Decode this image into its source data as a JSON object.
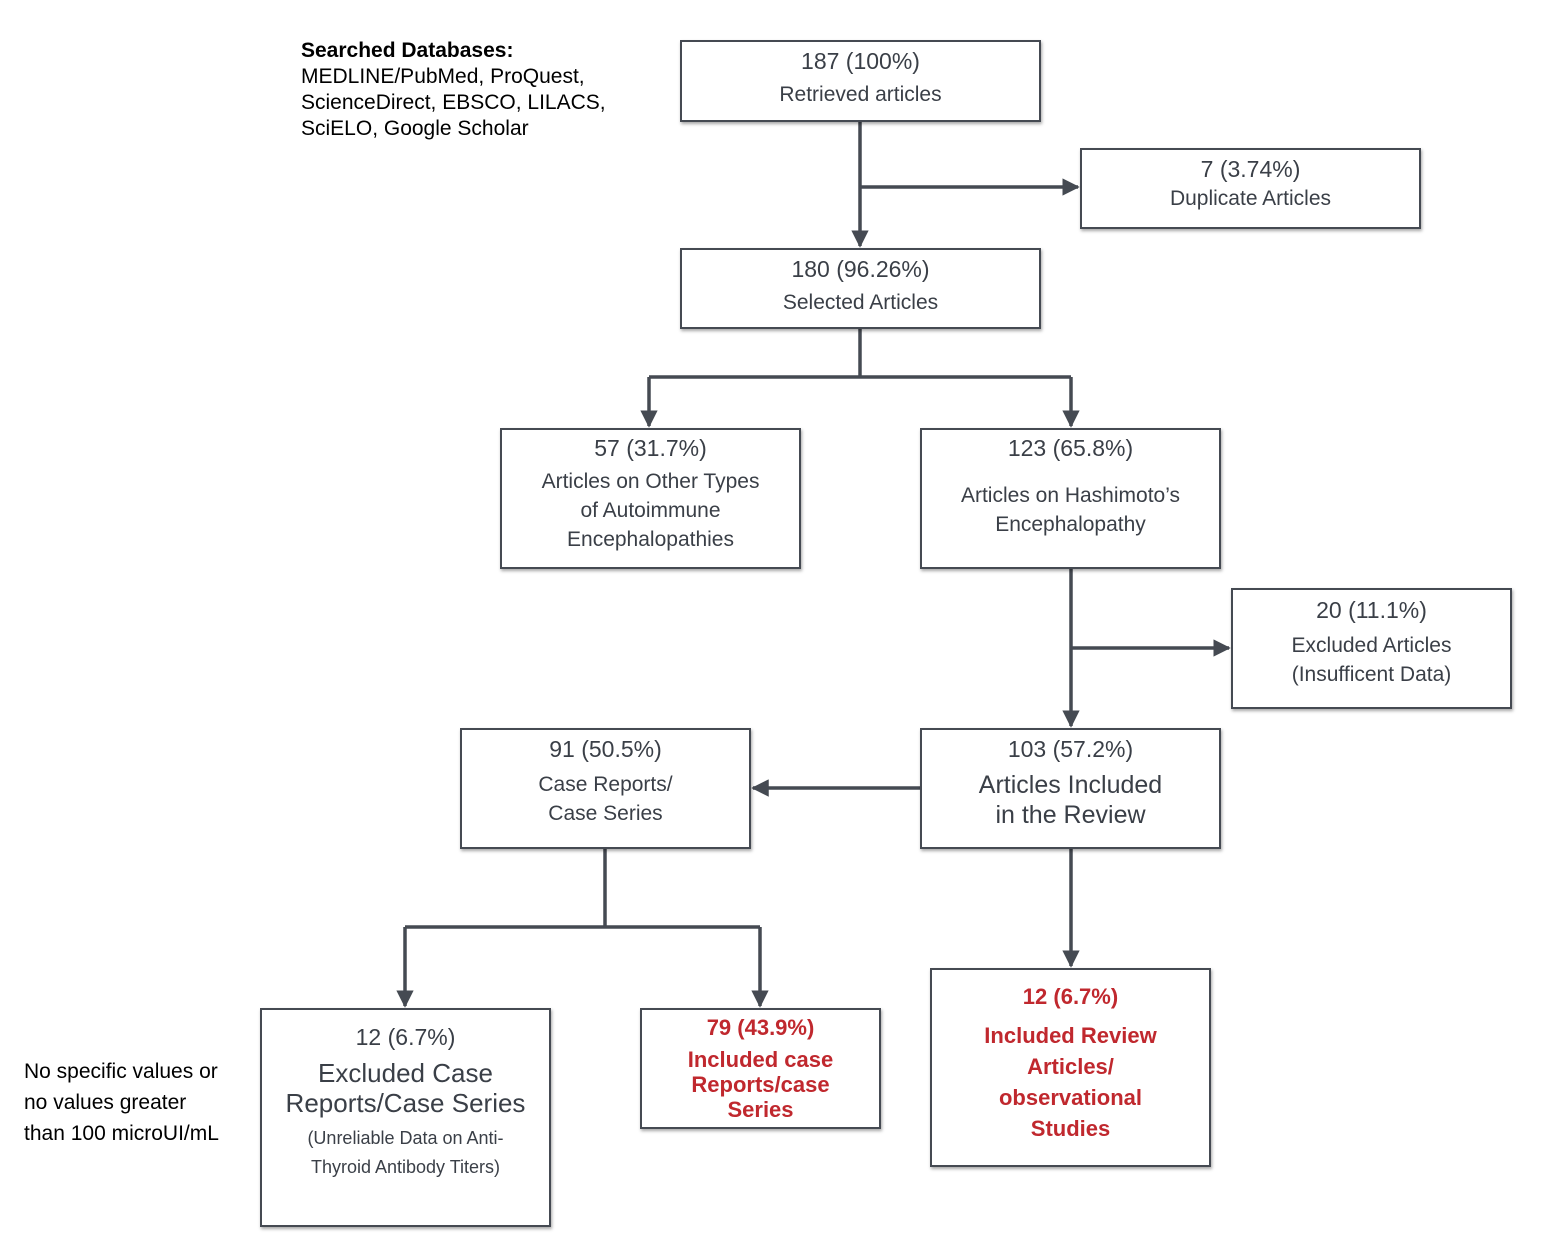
{
  "databases": {
    "heading": "Searched Databases",
    "colon": ":",
    "lines": [
      "MEDLINE/PubMed, ProQuest,",
      "ScienceDirect, EBSCO, LILACS,",
      "SciELO, Google Scholar"
    ]
  },
  "boxes": {
    "retrieved": {
      "count": "187 (100%)",
      "label": "Retrieved articles"
    },
    "duplicate": {
      "count": "7 (3.74%)",
      "label": "Duplicate Articles"
    },
    "selected": {
      "count": "180 (96.26%)",
      "label": "Selected Articles"
    },
    "other_types": {
      "count": "57 (31.7%)",
      "label_lines": [
        "Articles on Other Types",
        "of Autoimmune",
        "Encephalopathies"
      ]
    },
    "hashimoto": {
      "count": "123 (65.8%)",
      "label_lines": [
        "Articles on Hashimoto’s",
        "Encephalopathy"
      ]
    },
    "excluded_insufficient": {
      "count": "20 (11.1%)",
      "label_lines": [
        "Excluded Articles",
        "(Insufficent Data)"
      ]
    },
    "included_review": {
      "count": "103 (57.2%)",
      "label_lines": [
        "Articles Included",
        "in the Review"
      ]
    },
    "case_reports": {
      "count": "91 (50.5%)",
      "label_lines": [
        "Case Reports/",
        "Case Series"
      ]
    },
    "excluded_case": {
      "count": "12 (6.7%)",
      "label_lines": [
        "Excluded Case",
        "Reports/Case Series"
      ],
      "sub_lines": [
        "(Unreliable Data on Anti-",
        "Thyroid Antibody Titers)"
      ]
    },
    "included_case": {
      "count": "79 (43.9%)",
      "label_lines": [
        "Included case",
        "Reports/case",
        "Series"
      ]
    },
    "included_observational": {
      "count": "12 (6.7%)",
      "label_lines": [
        "Included Review",
        "Articles/",
        "observational",
        "Studies"
      ]
    }
  },
  "side_note": {
    "lines": [
      "No specific values or",
      "no values greater",
      "than 100 microUI/mL"
    ]
  },
  "colors": {
    "line": "#454a52",
    "text": "#3a3f47",
    "highlight": "#c0282e"
  }
}
